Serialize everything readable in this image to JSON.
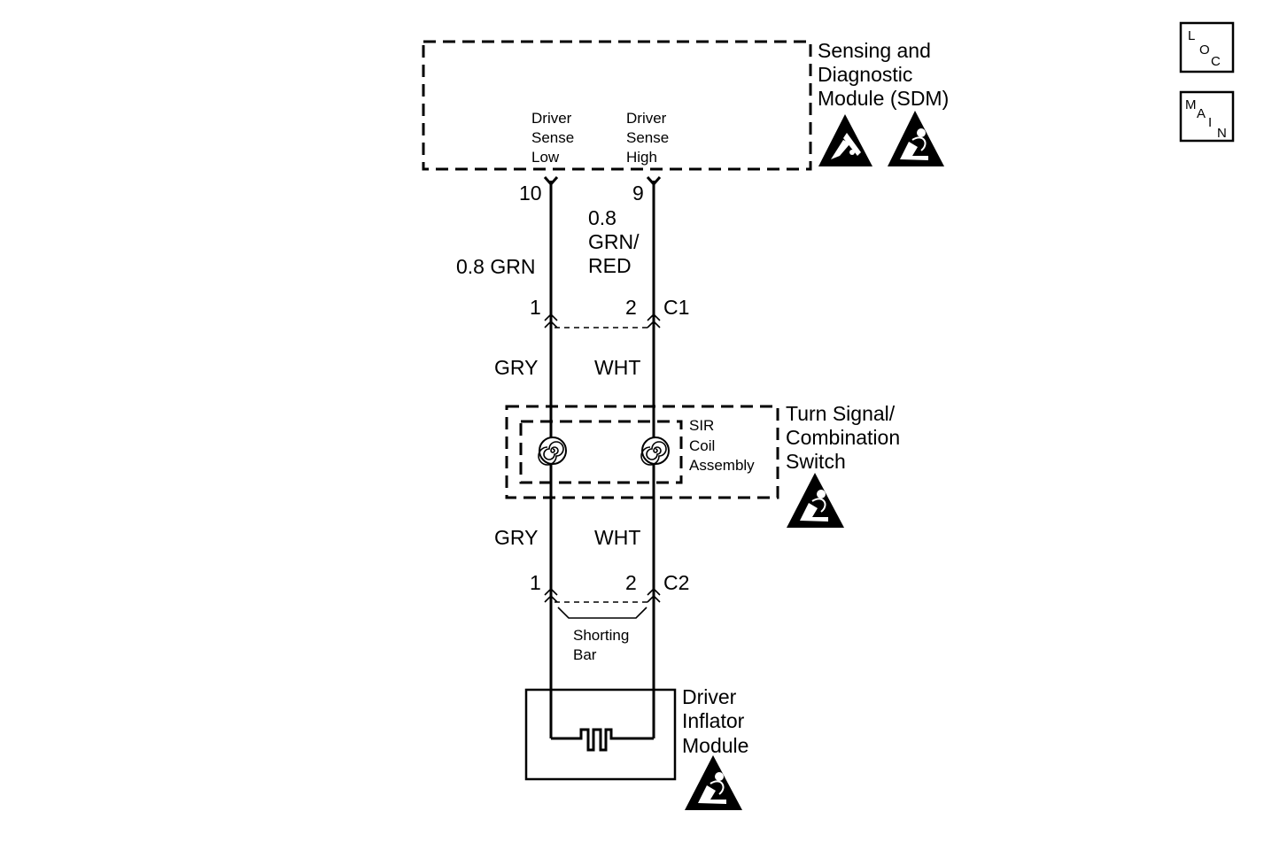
{
  "nav": {
    "loc": [
      "L",
      "O",
      "C"
    ],
    "main": [
      "M",
      "A",
      "I",
      "N"
    ]
  },
  "sdm": {
    "title_lines": [
      "Sensing and",
      "Diagnostic",
      "Module (SDM)"
    ],
    "pin_low_label": [
      "Driver",
      "Sense",
      "Low"
    ],
    "pin_high_label": [
      "Driver",
      "Sense",
      "High"
    ],
    "pin_low_number": "10",
    "pin_high_number": "9"
  },
  "wires_upper": {
    "low": "0.8 GRN",
    "high_lines": [
      "0.8",
      "GRN/",
      "RED"
    ]
  },
  "connector_c1": {
    "name": "C1",
    "pin_left": "1",
    "pin_right": "2"
  },
  "wires_mid": {
    "low": "GRY",
    "high": "WHT"
  },
  "turn_signal": {
    "title_lines": [
      "Turn Signal/",
      "Combination",
      "Switch"
    ],
    "coil_lines": [
      "SIR",
      "Coil",
      "Assembly"
    ]
  },
  "wires_lower": {
    "low": "GRY",
    "high": "WHT"
  },
  "connector_c2": {
    "name": "C2",
    "pin_left": "1",
    "pin_right": "2"
  },
  "shorting_bar": [
    "Shorting",
    "Bar"
  ],
  "inflator": {
    "title_lines": [
      "Driver",
      "Inflator",
      "Module"
    ]
  }
}
